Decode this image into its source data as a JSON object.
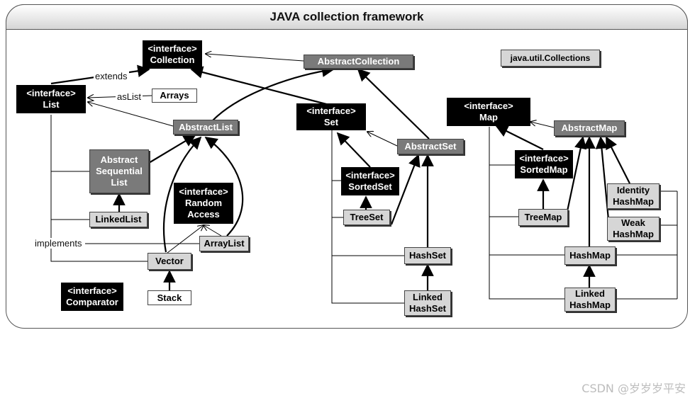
{
  "title": "JAVA collection framework",
  "nodes": {
    "collection": {
      "line1": "<interface>",
      "line2": "Collection"
    },
    "abstract_collection": {
      "line1": "AbstractCollection"
    },
    "list": {
      "line1": "<interface>",
      "line2": "List"
    },
    "arrays": {
      "line1": "Arrays"
    },
    "abstract_list": {
      "line1": "AbstractList"
    },
    "abstract_sequential_list": {
      "line1": "Abstract",
      "line2": "Sequential",
      "line3": "List"
    },
    "linked_list": {
      "line1": "LinkedList"
    },
    "random_access": {
      "line1": "<interface>",
      "line2": "Random",
      "line3": "Access"
    },
    "array_list": {
      "line1": "ArrayList"
    },
    "vector": {
      "line1": "Vector"
    },
    "stack": {
      "line1": "Stack"
    },
    "comparator": {
      "line1": "<interface>",
      "line2": "Comparator"
    },
    "set": {
      "line1": "<interface>",
      "line2": "Set"
    },
    "abstract_set": {
      "line1": "AbstractSet"
    },
    "sorted_set": {
      "line1": "<interface>",
      "line2": "SortedSet"
    },
    "tree_set": {
      "line1": "TreeSet"
    },
    "hash_set": {
      "line1": "HashSet"
    },
    "linked_hash_set": {
      "line1": "Linked",
      "line2": "HashSet"
    },
    "collections_util": {
      "line1": "java.util.Collections"
    },
    "map": {
      "line1": "<interface>",
      "line2": "Map"
    },
    "abstract_map": {
      "line1": "AbstractMap"
    },
    "sorted_map": {
      "line1": "<interface>",
      "line2": "SortedMap"
    },
    "tree_map": {
      "line1": "TreeMap"
    },
    "identity_hash_map": {
      "line1": "Identity",
      "line2": "HashMap"
    },
    "weak_hash_map": {
      "line1": "Weak",
      "line2": "HashMap"
    },
    "hash_map": {
      "line1": "HashMap"
    },
    "linked_hash_map": {
      "line1": "Linked",
      "line2": "HashMap"
    }
  },
  "labels": {
    "extends": "extends",
    "as_list": "asList",
    "implements": "implements"
  },
  "watermark": "CSDN @岁岁岁平安"
}
